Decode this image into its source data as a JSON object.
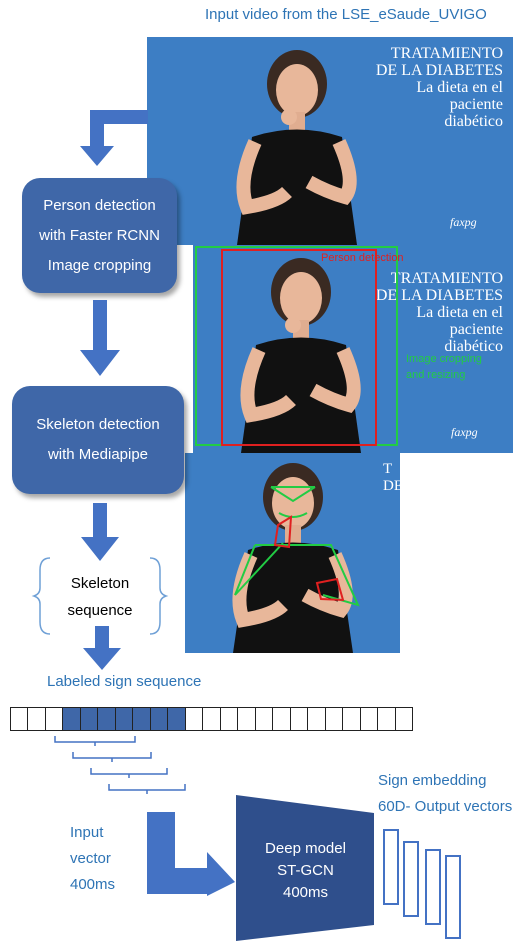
{
  "header": {
    "title": "Input video from the LSE_eSaude_UVIGO"
  },
  "frames": {
    "top": {
      "line1": "TRATAMIENTO",
      "line2": "DE LA DIABETES",
      "line3": "La dieta en el",
      "line4": "paciente",
      "line5": "diabético",
      "logo": "faxpg"
    },
    "middle": {
      "line1": "TRATAMIENTO",
      "line2": "DE LA DIABETES",
      "line3": "La dieta en el",
      "line4": "paciente",
      "line5": "diabético",
      "logo": "faxpg",
      "red_label": "Person detection",
      "green_label_1": "Image cropping",
      "green_label_2": "and resizing"
    },
    "bottom": {
      "line1": "T",
      "line2": "DE"
    }
  },
  "boxes": {
    "person": {
      "line1": "Person detection",
      "line2": "with Faster RCNN",
      "line3": "Image cropping"
    },
    "skeleton": {
      "line1": "Skeleton detection",
      "line2": "with Mediapipe"
    }
  },
  "skeleton_sequence": {
    "line1": "Skeleton",
    "line2": "sequence"
  },
  "labeled": {
    "label": "Labeled sign sequence",
    "total_cells": 23,
    "highlighted": [
      3,
      4,
      5,
      6,
      7,
      8,
      9
    ]
  },
  "input_vector": {
    "line1": "Input",
    "line2": "vector",
    "line3": "400ms"
  },
  "model": {
    "line1": "Deep model",
    "line2": "ST-GCN",
    "line3": "400ms"
  },
  "embedding": {
    "line1": "Sign embedding",
    "line2": "60D- Output vectors"
  },
  "colors": {
    "box": "#3f67a8",
    "frame": "#3d7ec4",
    "text_blue": "#2e74b5",
    "red": "#e02020",
    "green": "#22cc44"
  }
}
